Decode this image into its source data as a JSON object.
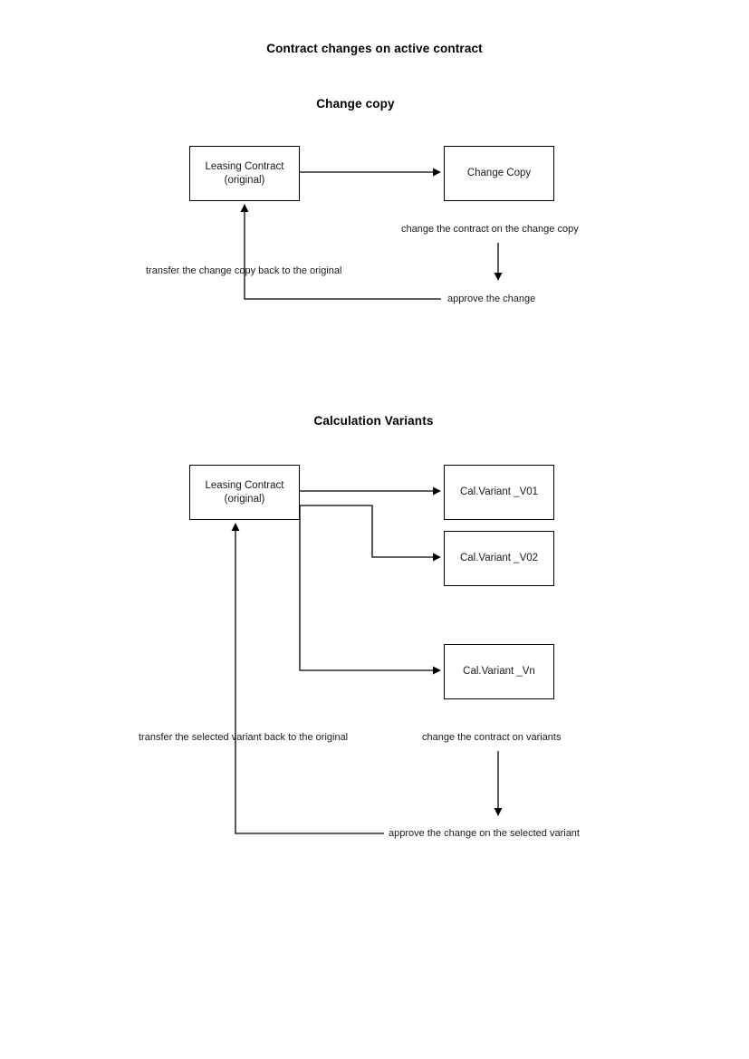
{
  "document": {
    "title": "Contract changes on active contract",
    "background": "#ffffff",
    "line_color": "#000000",
    "text_color": "#1a1a1a"
  },
  "sections": [
    {
      "id": "change-copy",
      "title": "Change copy",
      "nodes": [
        {
          "id": "leasing-contract-original-1",
          "line1": "Leasing Contract",
          "line2": "(original)"
        },
        {
          "id": "change-copy-node",
          "line1": "Change Copy",
          "line2": ""
        }
      ],
      "edge_labels": [
        {
          "id": "change-contract-on-change-copy",
          "text": "change the contract on the change copy"
        },
        {
          "id": "transfer-change-copy-back",
          "text": "transfer the change copy back to the original"
        },
        {
          "id": "approve-the-change",
          "text": "approve the change"
        }
      ]
    },
    {
      "id": "calculation-variants",
      "title": "Calculation Variants",
      "nodes": [
        {
          "id": "leasing-contract-original-2",
          "line1": "Leasing Contract",
          "line2": "(original)"
        },
        {
          "id": "cal-variant-v01",
          "line1": "Cal.Variant _V01",
          "line2": ""
        },
        {
          "id": "cal-variant-v02",
          "line1": "Cal.Variant _V02",
          "line2": ""
        },
        {
          "id": "cal-variant-vn",
          "line1": "Cal.Variant _Vn",
          "line2": ""
        }
      ],
      "edge_labels": [
        {
          "id": "transfer-selected-variant-back",
          "text": "transfer the selected variant back to the original"
        },
        {
          "id": "change-contract-on-variants",
          "text": "change the contract on variants"
        },
        {
          "id": "approve-change-selected-variant",
          "text": "approve the change on the selected variant"
        }
      ]
    }
  ]
}
